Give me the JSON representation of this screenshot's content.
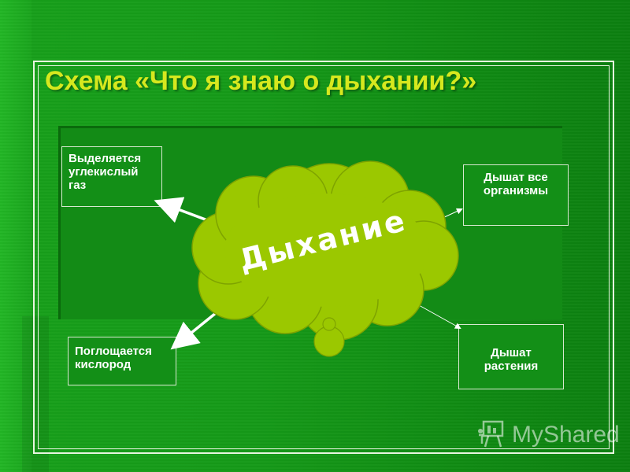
{
  "slide": {
    "title": "Схема «Что я знаю о дыхании?»"
  },
  "center": {
    "label": "Дыхание"
  },
  "boxes": {
    "top_left": {
      "lines": [
        "Выделяется",
        "углекислый",
        "газ"
      ]
    },
    "top_right": {
      "lines": [
        "Дышат все",
        "организмы"
      ]
    },
    "bottom_left": {
      "lines": [
        "Поглощается",
        "кислород"
      ]
    },
    "bottom_right": {
      "lines": [
        "Дышат",
        "растения"
      ]
    }
  },
  "watermark": {
    "text": "MyShared",
    "icon": "presentation-board-icon"
  },
  "colors": {
    "background": "#159a18",
    "title": "#d6e81e",
    "cloud_fill": "#9bc800",
    "box_border": "#d8e8d0",
    "text": "#ffffff"
  }
}
